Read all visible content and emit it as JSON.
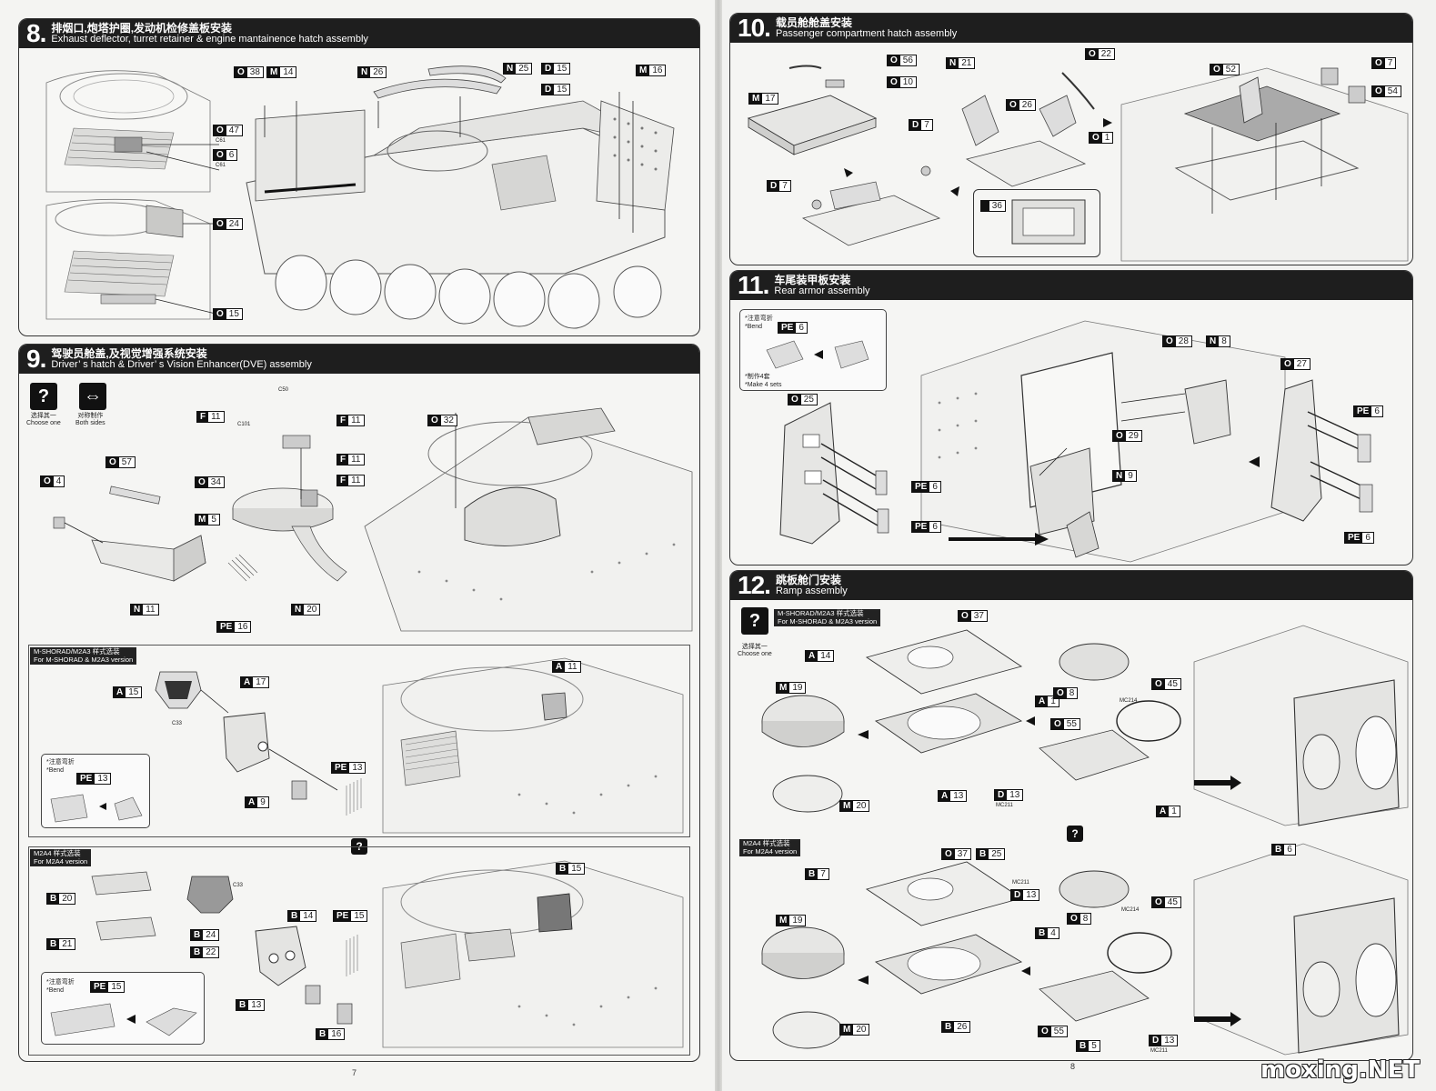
{
  "pages": {
    "left": "7",
    "right": "8"
  },
  "watermark": "moxing.NET",
  "steps": {
    "s8": {
      "num": "8.",
      "cn": "排烟口,炮塔护圈,发动机检修盖板安装",
      "en": "Exhaust deflector, turret retainer & engine mantainence hatch assembly"
    },
    "s9": {
      "num": "9.",
      "cn": "驾驶员舱盖,及视觉增强系统安装",
      "en": "Driver’ s hatch & Driver’ s Vision Enhancer(DVE) assembly"
    },
    "s10": {
      "num": "10.",
      "cn": "载员舱舱盖安装",
      "en": "Passenger compartment hatch assembly"
    },
    "s11": {
      "num": "11.",
      "cn": "车尾装甲板安装",
      "en": "Rear armor assembly"
    },
    "s12": {
      "num": "12.",
      "cn": "跳板舱门安装",
      "en": "Ramp assembly"
    }
  },
  "labels": {
    "choose_one_cn": "选择其一",
    "choose_one_en": "Choose one",
    "both_sides_cn": "对称制作",
    "both_sides_en": "Both sides",
    "bend_cn": "*注意弯折",
    "bend_en": "*Bend",
    "make4_cn": "*制作4套",
    "make4_en": "*Make 4 sets",
    "mshorad_cn": "M-SHORAD/M2A3 样式选装",
    "mshorad_en": "For M-SHORAD & M2A3 version",
    "m2a4_cn": "M2A4 样式选装",
    "m2a4_en": "For M2A4 version"
  },
  "callouts": {
    "c50": "C50",
    "c101": "C101",
    "c33": "C33",
    "c61": "C61",
    "mc214": "MC214",
    "mc211": "MC211"
  },
  "parts": {
    "s8": [
      {
        "l": "O",
        "n": "38"
      },
      {
        "l": "M",
        "n": "14"
      },
      {
        "l": "N",
        "n": "26"
      },
      {
        "l": "N",
        "n": "25"
      },
      {
        "l": "D",
        "n": "15"
      },
      {
        "l": "D",
        "n": "15"
      },
      {
        "l": "M",
        "n": "16"
      },
      {
        "l": "O",
        "n": "47"
      },
      {
        "l": "O",
        "n": "6"
      },
      {
        "l": "O",
        "n": "24"
      },
      {
        "l": "O",
        "n": "15"
      }
    ],
    "s9": [
      {
        "l": "F",
        "n": "11"
      },
      {
        "l": "F",
        "n": "11"
      },
      {
        "l": "F",
        "n": "11"
      },
      {
        "l": "F",
        "n": "11"
      },
      {
        "l": "O",
        "n": "32"
      },
      {
        "l": "O",
        "n": "57"
      },
      {
        "l": "O",
        "n": "4"
      },
      {
        "l": "O",
        "n": "34"
      },
      {
        "l": "M",
        "n": "5"
      },
      {
        "l": "N",
        "n": "11"
      },
      {
        "l": "N",
        "n": "20"
      },
      {
        "l": "PE",
        "n": "16"
      },
      {
        "l": "A",
        "n": "15"
      },
      {
        "l": "A",
        "n": "17"
      },
      {
        "l": "A",
        "n": "11"
      },
      {
        "l": "PE",
        "n": "13"
      },
      {
        "l": "PE",
        "n": "13"
      },
      {
        "l": "A",
        "n": "9"
      },
      {
        "l": "B",
        "n": "20"
      },
      {
        "l": "B",
        "n": "21"
      },
      {
        "l": "B",
        "n": "15"
      },
      {
        "l": "B",
        "n": "14"
      },
      {
        "l": "PE",
        "n": "15"
      },
      {
        "l": "B",
        "n": "24"
      },
      {
        "l": "B",
        "n": "22"
      },
      {
        "l": "PE",
        "n": "15"
      },
      {
        "l": "B",
        "n": "13"
      },
      {
        "l": "B",
        "n": "16"
      }
    ],
    "s10": [
      {
        "l": "O",
        "n": "56"
      },
      {
        "l": "O",
        "n": "10"
      },
      {
        "l": "M",
        "n": "17"
      },
      {
        "l": "N",
        "n": "21"
      },
      {
        "l": "O",
        "n": "22"
      },
      {
        "l": "O",
        "n": "26"
      },
      {
        "l": "D",
        "n": "7"
      },
      {
        "l": "D",
        "n": "7"
      },
      {
        "l": "",
        "n": "36"
      },
      {
        "l": "O",
        "n": "52"
      },
      {
        "l": "O",
        "n": "7"
      },
      {
        "l": "O",
        "n": "54"
      },
      {
        "l": "O",
        "n": "1"
      }
    ],
    "s11": [
      {
        "l": "PE",
        "n": "6"
      },
      {
        "l": "O",
        "n": "28"
      },
      {
        "l": "N",
        "n": "8"
      },
      {
        "l": "O",
        "n": "27"
      },
      {
        "l": "O",
        "n": "25"
      },
      {
        "l": "PE",
        "n": "6"
      },
      {
        "l": "O",
        "n": "29"
      },
      {
        "l": "N",
        "n": "9"
      },
      {
        "l": "PE",
        "n": "6"
      },
      {
        "l": "PE",
        "n": "6"
      },
      {
        "l": "PE",
        "n": "6"
      }
    ],
    "s12": [
      {
        "l": "O",
        "n": "37"
      },
      {
        "l": "A",
        "n": "14"
      },
      {
        "l": "M",
        "n": "19"
      },
      {
        "l": "O",
        "n": "45"
      },
      {
        "l": "A",
        "n": "1"
      },
      {
        "l": "O",
        "n": "8"
      },
      {
        "l": "O",
        "n": "55"
      },
      {
        "l": "D",
        "n": "13"
      },
      {
        "l": "A",
        "n": "13"
      },
      {
        "l": "M",
        "n": "20"
      },
      {
        "l": "A",
        "n": "1"
      },
      {
        "l": "O",
        "n": "37"
      },
      {
        "l": "B",
        "n": "25"
      },
      {
        "l": "B",
        "n": "6"
      },
      {
        "l": "B",
        "n": "7"
      },
      {
        "l": "D",
        "n": "13"
      },
      {
        "l": "O",
        "n": "45"
      },
      {
        "l": "M",
        "n": "19"
      },
      {
        "l": "B",
        "n": "4"
      },
      {
        "l": "O",
        "n": "8"
      },
      {
        "l": "M",
        "n": "20"
      },
      {
        "l": "B",
        "n": "26"
      },
      {
        "l": "O",
        "n": "55"
      },
      {
        "l": "B",
        "n": "5"
      },
      {
        "l": "D",
        "n": "13"
      }
    ]
  }
}
